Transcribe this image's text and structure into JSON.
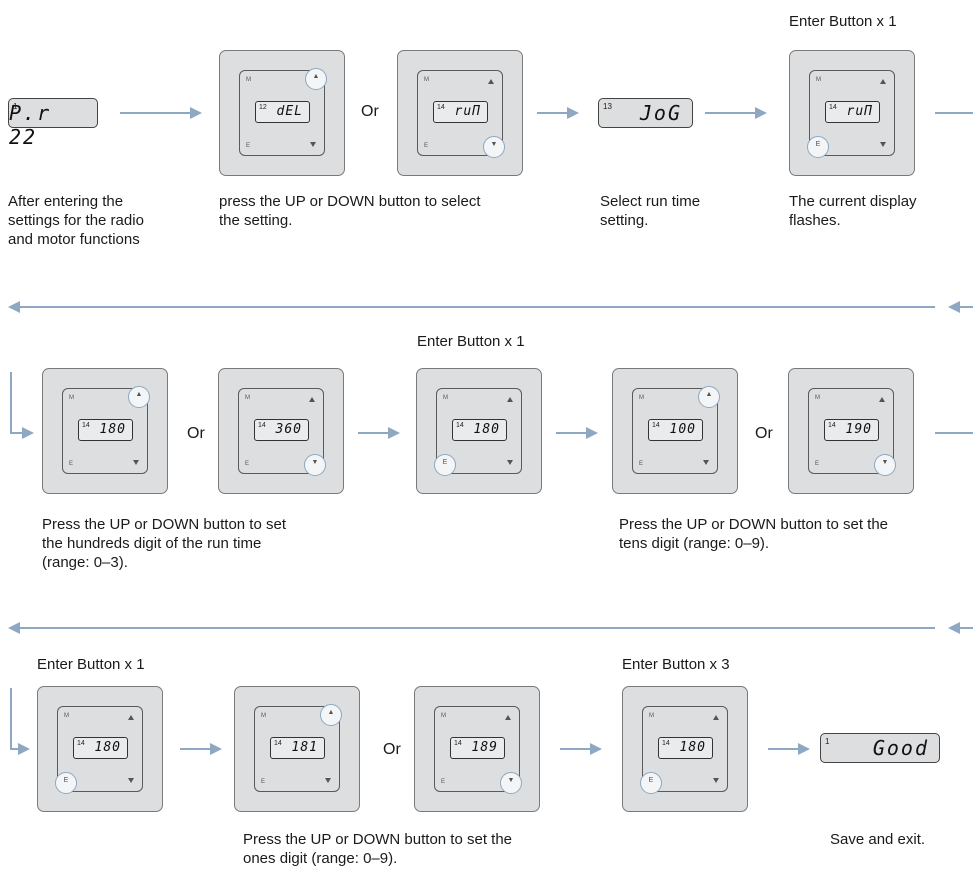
{
  "row1": {
    "heading_enter": "Enter Button x 1",
    "or_label": "Or",
    "display_start": {
      "small": "1",
      "big": "P.r 22"
    },
    "display_jog": {
      "small": "13",
      "big": "JoG"
    },
    "panel_a": {
      "m": "M",
      "e": "E",
      "small": "12",
      "lcd": "dEL",
      "up": "▲",
      "down": "▼"
    },
    "panel_b": {
      "m": "M",
      "e": "E",
      "small": "14",
      "lcd": "ruΠ",
      "up": "▲",
      "down": "▼"
    },
    "panel_c": {
      "m": "M",
      "e": "E",
      "small": "14",
      "lcd": "ruΠ",
      "up": "▲",
      "down": "▼"
    },
    "caption_1": [
      "After entering the",
      "settings for the radio",
      "and motor functions"
    ],
    "caption_2": [
      "press the UP or DOWN button to select",
      "the setting."
    ],
    "caption_3": [
      "Select run time",
      "setting."
    ],
    "caption_4": [
      "The current display",
      "flashes."
    ]
  },
  "row2": {
    "heading_enter": "Enter Button x 1",
    "or_label": "Or",
    "panel_1": {
      "m": "M",
      "e": "E",
      "small": "14",
      "lcd": "180",
      "up": "▲",
      "down": "▼"
    },
    "panel_2": {
      "m": "M",
      "e": "E",
      "small": "14",
      "lcd": "360",
      "up": "▲",
      "down": "▼"
    },
    "panel_3": {
      "m": "M",
      "e": "E",
      "small": "14",
      "lcd": "180",
      "up": "▲",
      "down": "▼"
    },
    "panel_4": {
      "m": "M",
      "e": "E",
      "small": "14",
      "lcd": "100",
      "up": "▲",
      "down": "▼"
    },
    "panel_5": {
      "m": "M",
      "e": "E",
      "small": "14",
      "lcd": "190",
      "up": "▲",
      "down": "▼"
    },
    "caption_1": [
      "Press the UP or DOWN button to set",
      "the hundreds digit of the run time",
      "(range: 0–3)."
    ],
    "caption_2": [
      "Press the UP or DOWN button to set the",
      "tens digit (range: 0–9)."
    ]
  },
  "row3": {
    "heading_enter_1": "Enter Button x 1",
    "heading_enter_3": "Enter Button x 3",
    "or_label": "Or",
    "panel_1": {
      "m": "M",
      "e": "E",
      "small": "14",
      "lcd": "180",
      "up": "▲",
      "down": "▼"
    },
    "panel_2": {
      "m": "M",
      "e": "E",
      "small": "14",
      "lcd": "181",
      "up": "▲",
      "down": "▼"
    },
    "panel_3": {
      "m": "M",
      "e": "E",
      "small": "14",
      "lcd": "189",
      "up": "▲",
      "down": "▼"
    },
    "panel_4": {
      "m": "M",
      "e": "E",
      "small": "14",
      "lcd": "180",
      "up": "▲",
      "down": "▼"
    },
    "display_good": {
      "small": "1",
      "big": "Good"
    },
    "caption_1": [
      "Press the UP or DOWN button to set the",
      "ones digit (range: 0–9)."
    ],
    "caption_2": [
      "Save and exit."
    ]
  },
  "colors": {
    "arrow": "#8ea8c3",
    "panel": "#dcdedf"
  }
}
